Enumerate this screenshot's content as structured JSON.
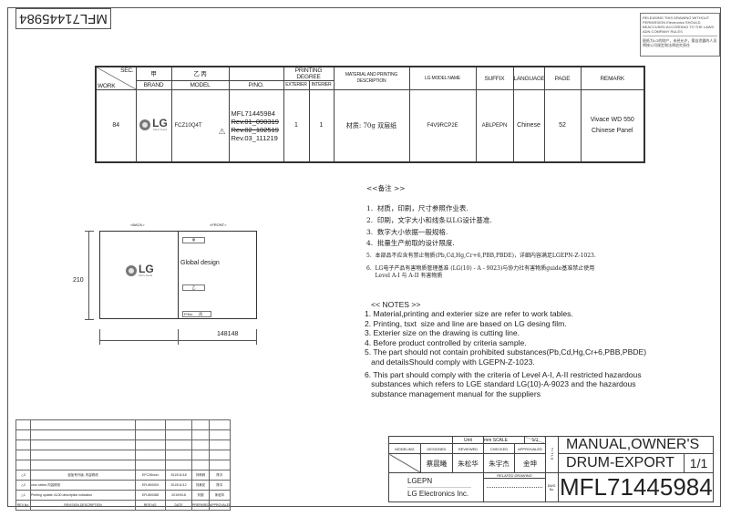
{
  "drawing_number_rotated": "MFL71445984",
  "release_notice": {
    "en": "RELEASING THIS DRAWING WITHOUT PERMISSION Electronics SHOULD BEACCUSED ACCORDING TO THE LAWS ADN COMPANY RULES",
    "cn": "图纸为LG的财产，未经允许，擅自泄露的人员将按公司规定和法律追究责任"
  },
  "work_table": {
    "headers": {
      "sec": "SEC.",
      "work": "WORK",
      "jia": "甲",
      "brand": "BRAND",
      "yibing": "乙 丙",
      "model": "MODEL",
      "pno": "P/NO.",
      "printing_degree": "PRINTING DEGREE",
      "exterier": "EXTERIER",
      "interier": "INTERIER",
      "material": "MATERIAL AND PRINTING DESCRIPTION",
      "lg_model_name": "LG MODEL NAME",
      "suffix": "SUFFIX",
      "language": "LANGUAGE",
      "page": "PAGE",
      "remark": "REMARK"
    },
    "row": {
      "work": "84",
      "brand_logo": "LG",
      "brand_tagline": "Life's Good",
      "model": "FCZ10Q4T",
      "pno": "MFL71445984",
      "revisions": [
        "Rev.01_090319",
        "Rev.02_102519",
        "Rev.03_111219"
      ],
      "exterier": "1",
      "interier": "1",
      "material": "材质: 70g 双层纸",
      "lg_model_name": "F4V9RCP2E",
      "suffix": "ABLPEPN",
      "language": "Chinese",
      "page": "52",
      "remark": [
        "Vivace WD 550",
        "Chinese Panel"
      ]
    }
  },
  "layout_drawing": {
    "back_label": "<BACK>",
    "front_label": "<FRONT>",
    "height_dim": "210",
    "width_dim": "148148",
    "front_title": "Global design",
    "box_jia": "甲",
    "box_yi": "乙",
    "box_pno": "P/No.",
    "box_bing": "丙",
    "logo": "LG",
    "logo_tagline": "Life's Good"
  },
  "notes_cn": {
    "title": "<<备注 >>",
    "items": [
      "1.  材质，印刷，尺寸参照作业表.",
      "2.  印刷，文字大小和线条以LG设计基准.",
      "3.  数字大小依据一般规格.",
      "4.  批量生产前取的设计限度.",
      "5.  本部品不应含有禁止物质(Pb,Cd,Hg,Cr+6,PBB,PBDE)，详细内容满足LGEPN-Z-1023.",
      "6.  LG电子产品有害物质管理基准 (LG(10) - A - 9023)与协力社有害物质guide基准禁止使用",
      "     Level A-I 与 A-II 有害物质"
    ]
  },
  "notes_en": {
    "title": "<< NOTES >>",
    "items": [
      "1. Material,printing and exterier size are refer to work tables.",
      "2. Printing, tsxt  size and line are based on LG desing film.",
      "3. Exterier size on the drawing is cutting line.",
      "4. Before product controlled by criteria sample.",
      "5. The part should not contain prohibited substances(Pb,Cd,Hg,Cr+6,PBB,PBDE)",
      "   and detailsShould comply with LGEPN-Z-1023.",
      "6. This part should comply with the criteria of Level A-I, A-II restricted hazardous",
      "   substances which refers to LGE standard LG(10)-A-9023 and the hazardous",
      "   substance management manual for the suppliers"
    ]
  },
  "revision_table": {
    "headers": {
      "rev_no": "REV.No.",
      "description": "REVISION DESCRIPTION",
      "rer_no": "RER.NO.",
      "date": "DATE",
      "prepared": "PREPARED",
      "approvaled": "APPROVALED"
    },
    "rows": [
      {
        "rev": "3",
        "description": "追加号升版, 内容修改",
        "rer": "EFC28xxxx",
        "date": "2019/11/18",
        "prepared": "刘莉莉",
        "approved": "陈平"
      },
      {
        "rev": "2",
        "description": "xxxx select 内容修改",
        "rer": "EFL800009",
        "date": "2019/11/12",
        "prepared": "刘美花",
        "approved": "陈平"
      },
      {
        "rev": "1",
        "description": "Printing update: A130 description indication",
        "rer": "EFL800088",
        "date": "2019/9/18",
        "prepared": "刘丽",
        "approved": "朱松华"
      }
    ]
  },
  "title_block": {
    "unit": "Unit",
    "unit_value": "mm",
    "scale_label": "SCALE",
    "scale_value": "1/1",
    "modeling": "MODELING",
    "designed": "DESIGNED",
    "reviewed": "REVIEWED",
    "checked": "CHECKED",
    "approvaled": "APPROVALED",
    "designer": "蔡晨曦",
    "reviewer": "朱松华",
    "checker": "朱宇杰",
    "approver": "金坤",
    "title_label": "TITLE",
    "company_code": "LGEPN",
    "company": "LG Electronics Inc.",
    "related_drawing": "RELATED DRAWING",
    "dwg_no_label": "DWG. No.",
    "title_line1": "MANUAL,OWNER'S",
    "title_line2": "DRUM-EXPORT",
    "sheet": "1/1",
    "dwg_no": "MFL71445984"
  }
}
